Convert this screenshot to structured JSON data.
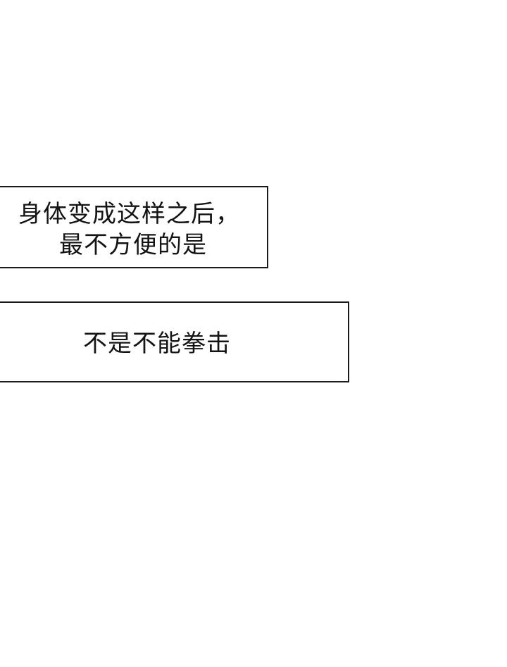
{
  "captions": [
    {
      "lines": [
        "身体变成这样之后，",
        "最不方便的是"
      ]
    },
    {
      "lines": [
        "不是不能拳击"
      ]
    }
  ]
}
